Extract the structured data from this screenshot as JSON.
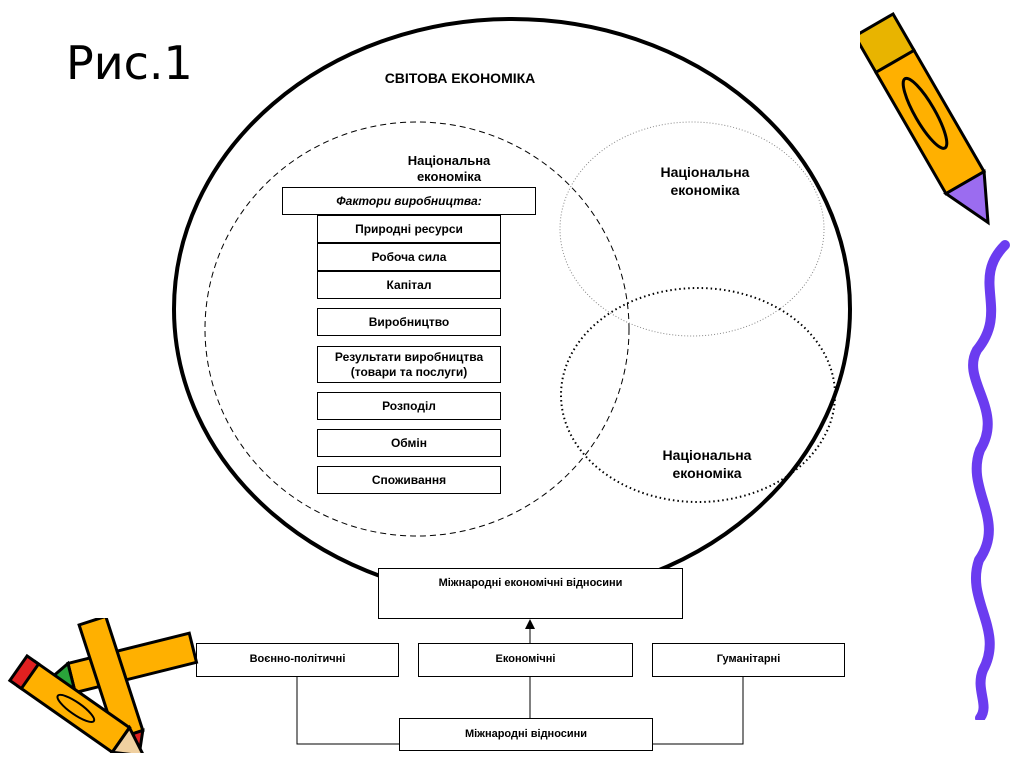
{
  "title": "Рис.1",
  "world_label": "СВІТОВА ЕКОНОМІКА",
  "national_economy_1": "Національна економіка",
  "national_economy_2": "Національна економіка",
  "national_economy_3": "Національна економіка",
  "factors_header": "Фактори виробництва:",
  "factors": [
    "Природні ресурси",
    "Робоча сила",
    "Капітал"
  ],
  "stages": [
    "Виробництво",
    "Результати виробництва (товари та послуги)",
    "Розподіл",
    "Обмін",
    "Споживання"
  ],
  "intl_economic": "Міжнародні економічні відносини",
  "categories": [
    "Воєнно-політичні",
    "Економічні",
    "Гуманітарні"
  ],
  "intl_relations": "Міжнародні відносини"
}
